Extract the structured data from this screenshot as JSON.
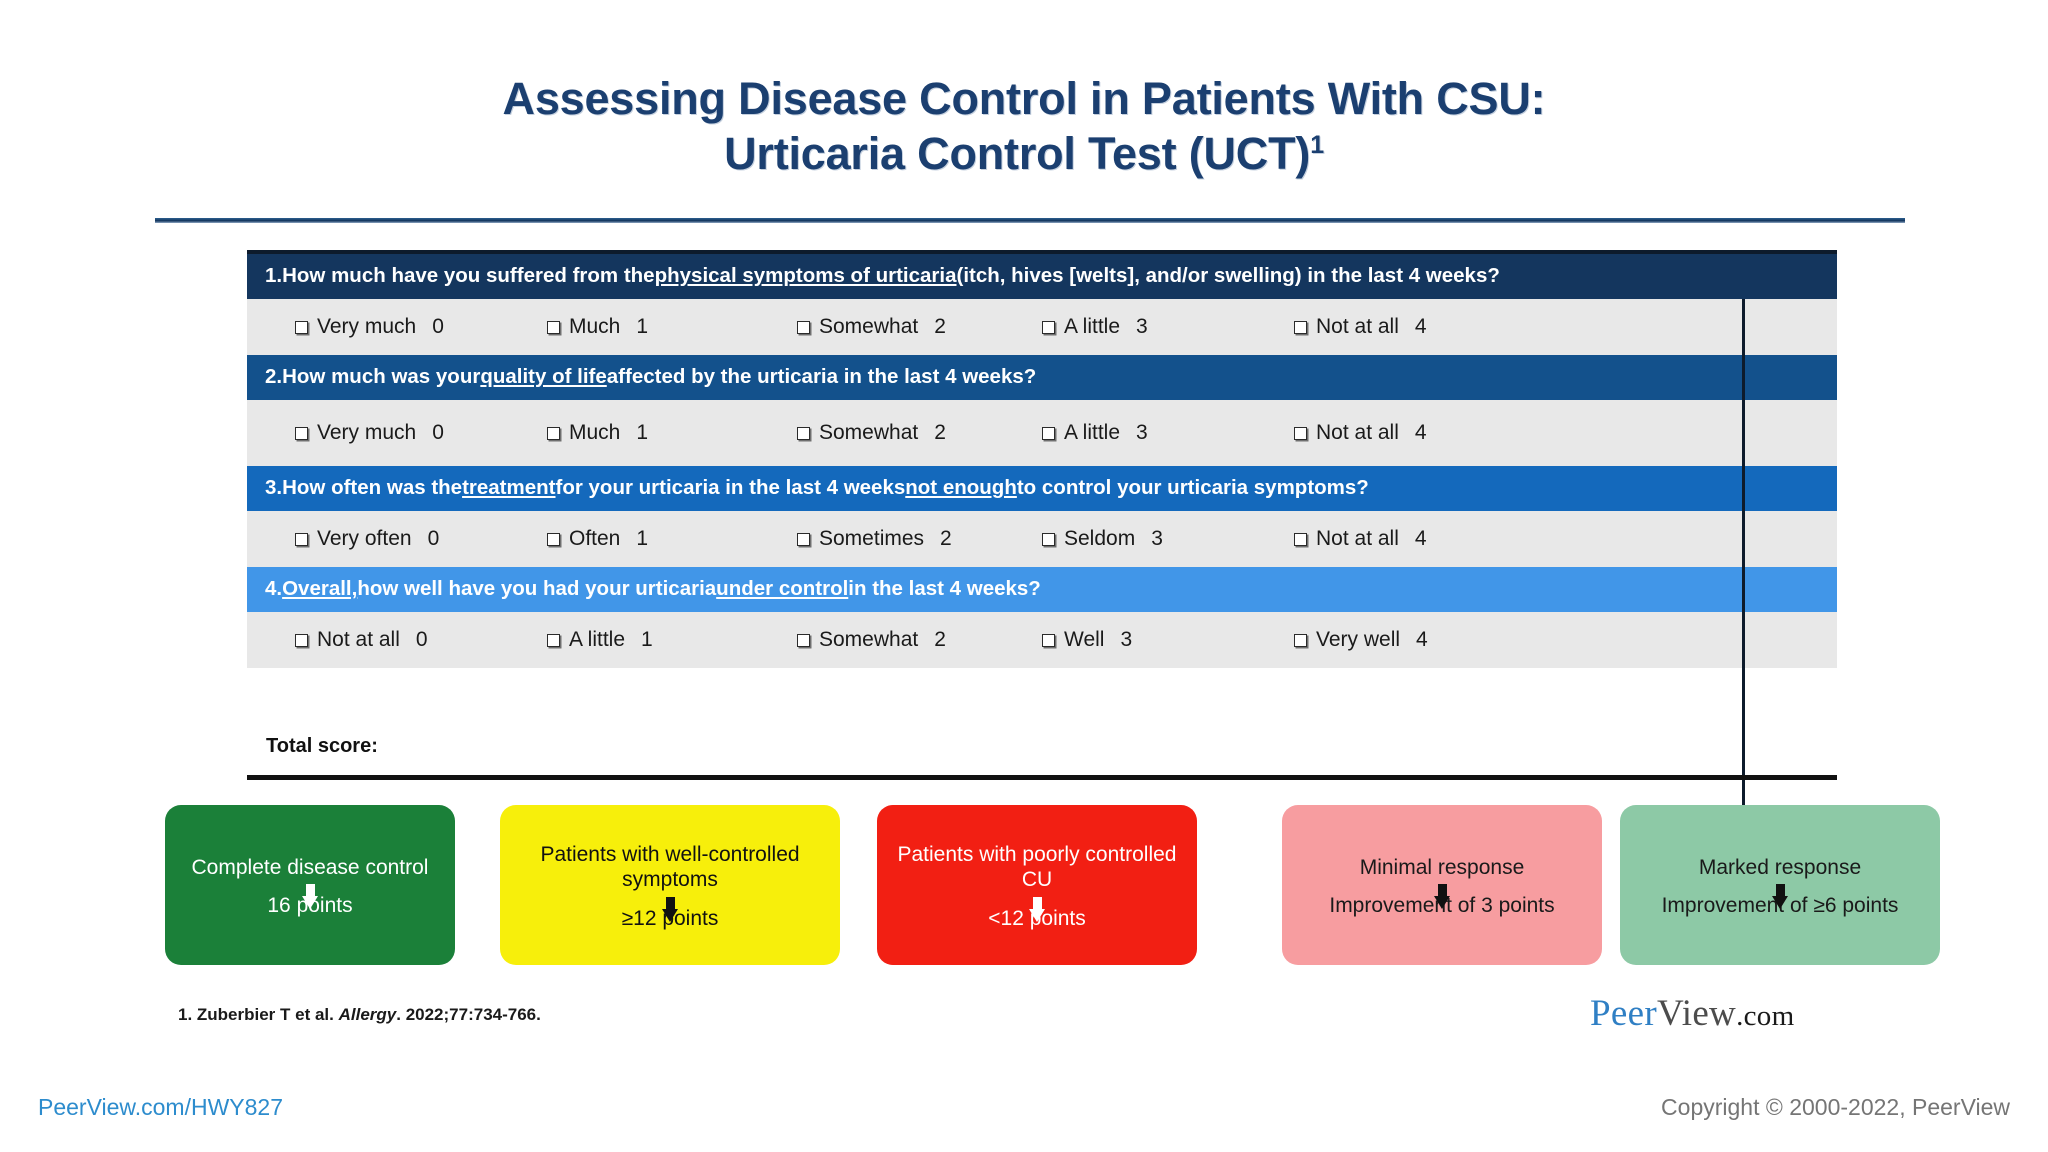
{
  "title": {
    "line1": "Assessing Disease Control in Patients With CSU:",
    "line2": "Urticaria Control Test (UCT)",
    "superscript": "1"
  },
  "questionnaire": {
    "total_score_label": "Total score:",
    "questions": [
      {
        "number": "1.",
        "text_parts": [
          {
            "t": "How much have you suffered from the ",
            "u": false
          },
          {
            "t": "physical symptoms of urticaria",
            "u": true
          },
          {
            "t": " (itch, hives [welts], and/or swelling) in the last 4 weeks?",
            "u": false
          }
        ],
        "options": [
          {
            "label": "Very much",
            "value": "0"
          },
          {
            "label": "Much",
            "value": "1"
          },
          {
            "label": "Somewhat",
            "value": "2"
          },
          {
            "label": "A little",
            "value": "3"
          },
          {
            "label": "Not at all",
            "value": "4"
          }
        ]
      },
      {
        "number": "2.",
        "text_parts": [
          {
            "t": "How much was your ",
            "u": false
          },
          {
            "t": "quality of life",
            "u": true
          },
          {
            "t": " affected by the urticaria in the last 4 weeks?",
            "u": false
          }
        ],
        "options": [
          {
            "label": "Very much",
            "value": "0"
          },
          {
            "label": "Much",
            "value": "1"
          },
          {
            "label": "Somewhat",
            "value": "2"
          },
          {
            "label": "A little",
            "value": "3"
          },
          {
            "label": "Not at all",
            "value": "4"
          }
        ]
      },
      {
        "number": "3.",
        "text_parts": [
          {
            "t": "How often was the ",
            "u": false
          },
          {
            "t": "treatment",
            "u": true
          },
          {
            "t": " for your urticaria in the last 4 weeks ",
            "u": false
          },
          {
            "t": "not enough",
            "u": true
          },
          {
            "t": " to control your urticaria symptoms?",
            "u": false
          }
        ],
        "options": [
          {
            "label": "Very often",
            "value": "0"
          },
          {
            "label": "Often",
            "value": "1"
          },
          {
            "label": "Sometimes",
            "value": "2"
          },
          {
            "label": "Seldom",
            "value": "3"
          },
          {
            "label": "Not at all",
            "value": "4"
          }
        ]
      },
      {
        "number": "4.",
        "text_parts": [
          {
            "t": "Overall,",
            "u": true
          },
          {
            "t": " how well have you had your urticaria ",
            "u": false
          },
          {
            "t": "under control",
            "u": true
          },
          {
            "t": " in the last 4 weeks?",
            "u": false
          }
        ],
        "options": [
          {
            "label": "Not at all",
            "value": "0"
          },
          {
            "label": "A little",
            "value": "1"
          },
          {
            "label": "Somewhat",
            "value": "2"
          },
          {
            "label": "Well",
            "value": "3"
          },
          {
            "label": "Very well",
            "value": "4"
          }
        ]
      }
    ]
  },
  "result_boxes": [
    {
      "label": "Complete disease control",
      "points": "16 points",
      "bg": "#1b8039",
      "text_color": "#ffffff",
      "arrow_color": "#ffffff"
    },
    {
      "label": "Patients with well-controlled symptoms",
      "points": "≥12 points",
      "bg": "#f7ef0b",
      "text_color": "#111111",
      "arrow_color": "#111111"
    },
    {
      "label": "Patients with poorly controlled CU",
      "points": "<12 points",
      "bg": "#f21f13",
      "text_color": "#ffffff",
      "arrow_color": "#ffffff"
    },
    {
      "label": "Minimal response",
      "points": "Improvement of 3 points",
      "bg": "#f79da0",
      "text_color": "#1a1a1a",
      "arrow_color": "#111111"
    },
    {
      "label": "Marked response",
      "points": "Improvement of ≥6 points",
      "bg": "#8dc9a6",
      "text_color": "#1a1a1a",
      "arrow_color": "#111111"
    }
  ],
  "footnote": {
    "prefix": "1. Zuberbier T et al. ",
    "journal": "Allergy",
    "suffix": ". 2022;77:734-766."
  },
  "logo": {
    "peer": "Peer",
    "view": "View",
    "com": ".com"
  },
  "footer": {
    "left": "PeerView.com/HWY827",
    "right": "Copyright © 2000-2022, PeerView"
  },
  "colors": {
    "q1_header": "#14365e",
    "q2_header": "#13518c",
    "q3_header": "#1469bc",
    "q4_header": "#4196e8",
    "answer_row": "#e8e8e8",
    "title": "#1b3f70",
    "footer_link": "#2d8ccd"
  }
}
